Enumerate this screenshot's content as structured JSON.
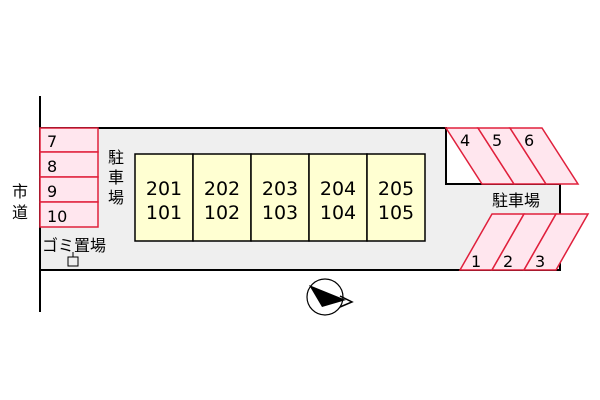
{
  "street": {
    "label": [
      "市",
      "道"
    ]
  },
  "parking_left": {
    "label": [
      "駐",
      "車",
      "場"
    ],
    "slots": [
      "7",
      "8",
      "9",
      "10"
    ]
  },
  "building": {
    "units": [
      {
        "upper": "201",
        "lower": "101"
      },
      {
        "upper": "202",
        "lower": "102"
      },
      {
        "upper": "203",
        "lower": "103"
      },
      {
        "upper": "204",
        "lower": "104"
      },
      {
        "upper": "205",
        "lower": "105"
      }
    ]
  },
  "parking_right": {
    "label": "駐車場",
    "top_slots": [
      "4",
      "5",
      "6"
    ],
    "bottom_slots": [
      "1",
      "2",
      "3"
    ]
  },
  "garbage": {
    "label": "ゴミ置場"
  },
  "colors": {
    "slot_stroke": "#e0203c",
    "slot_fill": "#ffe6ee",
    "lot_fill": "#efefef",
    "unit_fill": "#ffffd2"
  }
}
